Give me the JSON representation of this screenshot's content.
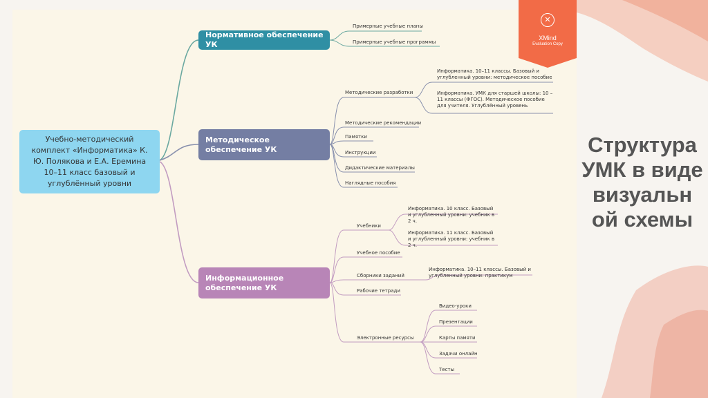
{
  "root": {
    "label": "Учебно-методический комплект «Информатика» К. Ю. Полякова и Е.А. Еремина 10–11 класс базовый и углублённый уровни"
  },
  "branches": {
    "normative": {
      "label": "Нормативное обеспечение УК",
      "items": [
        "Примерные учебные планы",
        "Примерные учебные программы"
      ]
    },
    "methodical": {
      "label": "Методическое обеспечение УК",
      "developments": {
        "label": "Методические разработки",
        "items": [
          "Информатика. 10–11 классы. Базовый и углубленный уровни: методическое пособие",
          "Информатика. УМК для старшей школы: 10 – 11 классы (ФГОС). Методическое пособие для учителя. Углублённый уровень"
        ]
      },
      "items": [
        "Методические рекомендации",
        "Памятки",
        "Инструкции",
        "Дидактические материалы",
        "Наглядные пособия"
      ]
    },
    "informational": {
      "label": "Информационное обеспечение УК",
      "textbooks": {
        "label": "Учебники",
        "items": [
          "Информатика. 10 класс. Базовый и углубленный уровни: учебник в 2 ч.",
          "Информатика. 11 класс. Базовый и углубленный уровни: учебник в 2 ч."
        ]
      },
      "manual": "Учебное пособие",
      "tasks": {
        "label": "Сборники заданий",
        "items": [
          "Информатика. 10–11 классы. Базовый и углубленный уровни: практикум"
        ]
      },
      "workbooks": "Рабочие тетради",
      "electronic": {
        "label": "Электронные ресурсы",
        "items": [
          "Видео-уроки",
          "Презентации",
          "Карты памяти",
          "Задачи онлайн",
          "Тесты"
        ]
      }
    }
  },
  "watermark": {
    "brand": "XMind",
    "note": "Evaluation Copy",
    "icon": "xmind-icon",
    "color": "#f26b47"
  },
  "slide_title": "Структура УМК в виде визуальн ой схемы",
  "colors": {
    "root": "#8ed6f0",
    "normative": "#2f8fa4",
    "methodical": "#747ea3",
    "informational": "#b885b7"
  }
}
